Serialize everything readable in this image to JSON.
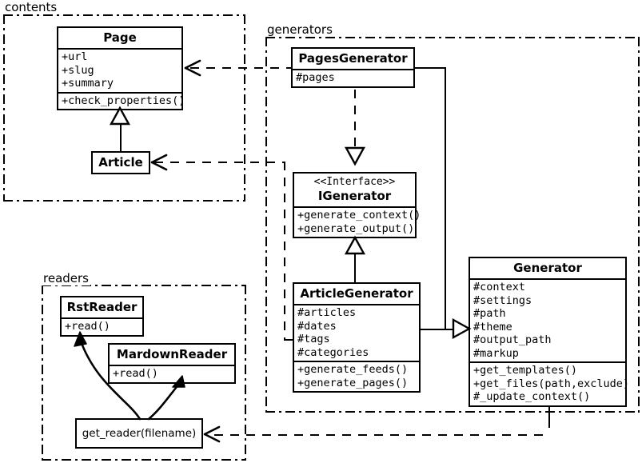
{
  "diagram": {
    "title": "UML class diagram",
    "type": "uml-class-diagram",
    "background": "#ffffff",
    "stroke": "#000000"
  },
  "packages": [
    {
      "id": "contents",
      "label": "contents"
    },
    {
      "id": "generators",
      "label": "generators"
    },
    {
      "id": "readers",
      "label": "readers"
    }
  ],
  "classes": {
    "page": {
      "name": "Page",
      "attributes": [
        "+url",
        "+slug",
        "+summary"
      ],
      "operations": [
        "+check_properties()"
      ]
    },
    "article": {
      "name": "Article",
      "attributes": [],
      "operations": []
    },
    "pages_generator": {
      "name": "PagesGenerator",
      "attributes": [
        "#pages"
      ],
      "operations": []
    },
    "igenerator": {
      "stereotype": "<<Interface>>",
      "name": "IGenerator",
      "attributes": [],
      "operations": [
        "+generate_context()",
        "+generate_output()"
      ]
    },
    "article_generator": {
      "name": "ArticleGenerator",
      "attributes": [
        "#articles",
        "#dates",
        "#tags",
        "#categories"
      ],
      "operations": [
        "+generate_feeds()",
        "+generate_pages()"
      ]
    },
    "generator": {
      "name": "Generator",
      "attributes": [
        "#context",
        "#settings",
        "#path",
        "#theme",
        "#output_path",
        "#markup"
      ],
      "operations": [
        "+get_templates()",
        "+get_files(path,exclude)",
        "#_update_context()"
      ]
    },
    "rst_reader": {
      "name": "RstReader",
      "attributes": [],
      "operations": [
        "+read()"
      ]
    },
    "mardown_reader": {
      "name": "MardownReader",
      "attributes": [],
      "operations": [
        "+read()"
      ]
    },
    "get_reader": {
      "name": "get_reader(filename)"
    }
  },
  "relationships": [
    {
      "from": "PagesGenerator",
      "to": "Page",
      "kind": "dependency"
    },
    {
      "from": "ArticleGenerator",
      "to": "Article",
      "kind": "dependency"
    },
    {
      "from": "Article",
      "to": "Page",
      "kind": "generalization"
    },
    {
      "from": "PagesGenerator",
      "to": "IGenerator",
      "kind": "realization"
    },
    {
      "from": "ArticleGenerator",
      "to": "IGenerator",
      "kind": "generalization"
    },
    {
      "from": "PagesGenerator",
      "to": "Generator",
      "kind": "generalization"
    },
    {
      "from": "ArticleGenerator",
      "to": "Generator",
      "kind": "generalization"
    },
    {
      "from": "Generator",
      "to": "get_reader",
      "kind": "dependency"
    },
    {
      "from": "get_reader",
      "to": "RstReader",
      "kind": "creates"
    },
    {
      "from": "get_reader",
      "to": "MardownReader",
      "kind": "creates"
    }
  ]
}
